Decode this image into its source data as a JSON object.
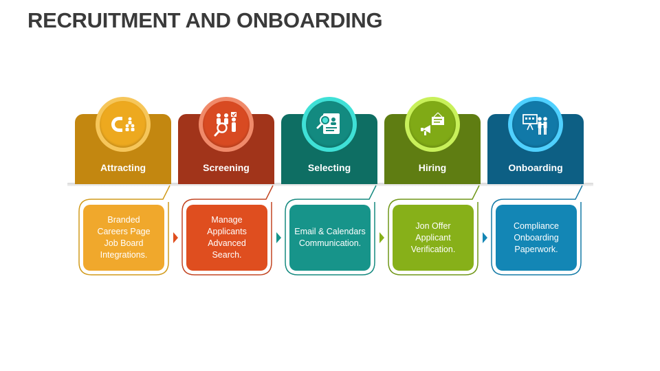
{
  "title": "RECRUITMENT AND ONBOARDING",
  "stages": [
    {
      "label": "Attracting",
      "lines": [
        "Branded",
        "Careers Page",
        "Job Board",
        "Integrations."
      ],
      "icon": "magnet-people-icon",
      "colors": {
        "tab": "#c38710",
        "ring": "#f6c65a",
        "fill": "#eda91f",
        "card": "#f0a82c",
        "outline": "#d19a1a"
      }
    },
    {
      "label": "Screening",
      "lines": [
        "Manage",
        "Applicants",
        "Advanced",
        "Search."
      ],
      "icon": "candidates-magnifier-icon",
      "colors": {
        "tab": "#a1341a",
        "ring": "#f08a6a",
        "fill": "#d84a22",
        "card": "#df4e1f",
        "outline": "#c24522"
      }
    },
    {
      "label": "Selecting",
      "lines": [
        "Email & Calendars",
        "Communication."
      ],
      "icon": "profile-search-icon",
      "colors": {
        "tab": "#0e6e63",
        "ring": "#3fe0d6",
        "fill": "#138a80",
        "card": "#17948a",
        "outline": "#14897f"
      }
    },
    {
      "label": "Hiring",
      "lines": [
        "Jon Offer",
        "Applicant",
        "Verification."
      ],
      "icon": "megaphone-sign-icon",
      "colors": {
        "tab": "#5f7d12",
        "ring": "#c8f05a",
        "fill": "#80aa16",
        "card": "#87b019",
        "outline": "#6f9616"
      }
    },
    {
      "label": "Onboarding",
      "lines": [
        "Compliance",
        "Onboarding",
        "Paperwork."
      ],
      "icon": "presentation-handshake-icon",
      "colors": {
        "tab": "#0d5f84",
        "ring": "#4fd0ff",
        "fill": "#1179a8",
        "card": "#1386b5",
        "outline": "#137aa6"
      }
    }
  ]
}
